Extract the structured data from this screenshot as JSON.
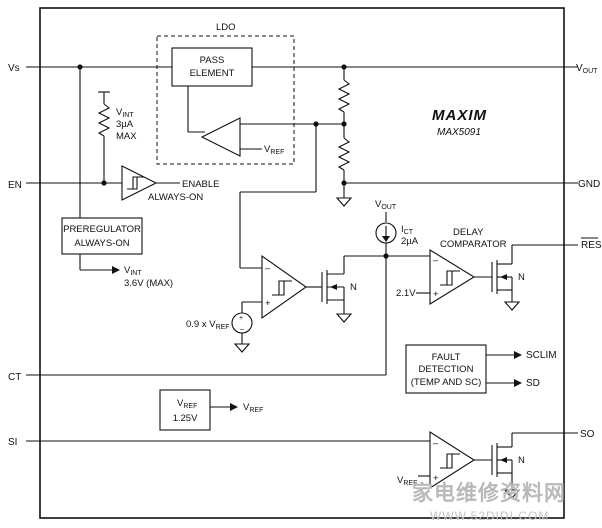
{
  "diagram": {
    "pins": {
      "vs": "Vs",
      "en": "EN",
      "ct": "CT",
      "si": "SI",
      "vout_main": "V",
      "vout_main_sub": "OUT",
      "gnd": "GND",
      "res": "RES",
      "sclim": "SCLIM",
      "sd": "SD",
      "so": "SO"
    },
    "ldo": {
      "title": "LDO",
      "pass_element_line1": "PASS",
      "pass_element_line2": "ELEMENT",
      "vref": "V",
      "vref_sub": "REF"
    },
    "brand": {
      "logo": "MAXIM",
      "part": "MAX5091"
    },
    "vint_source": {
      "name": "V",
      "name_sub": "INT",
      "current": "3µA",
      "max": "MAX"
    },
    "enable_buffer": {
      "line1": "ENABLE",
      "line2": "ALWAYS-ON"
    },
    "preregulator": {
      "line1": "PREREGULATOR",
      "line2": "ALWAYS-ON",
      "out_name": "V",
      "out_sub": "INT",
      "out_value": "3.6V (MAX)"
    },
    "ict_source": {
      "vout": "V",
      "vout_sub": "OUT",
      "name": "I",
      "name_sub": "CT",
      "value": "2µA"
    },
    "delay_comparator": {
      "line1": "DELAY",
      "line2": "COMPARATOR",
      "threshold": "2.1V"
    },
    "ref_comparator": {
      "ref_prefix": "0.9 x V",
      "ref_sub": "REF"
    },
    "fault": {
      "line1": "FAULT",
      "line2": "DETECTION",
      "line3": "(TEMP AND SC)"
    },
    "vref_block": {
      "line1": "V",
      "line1_sub": "REF",
      "line2": "1.25V",
      "out": "V",
      "out_sub": "REF"
    },
    "si_comparator": {
      "ref": "V",
      "ref_sub": "REF"
    },
    "nmos_label": "N",
    "watermark": {
      "text": "家电维修资料网",
      "url": "WWW.52DIDI.COM"
    }
  }
}
